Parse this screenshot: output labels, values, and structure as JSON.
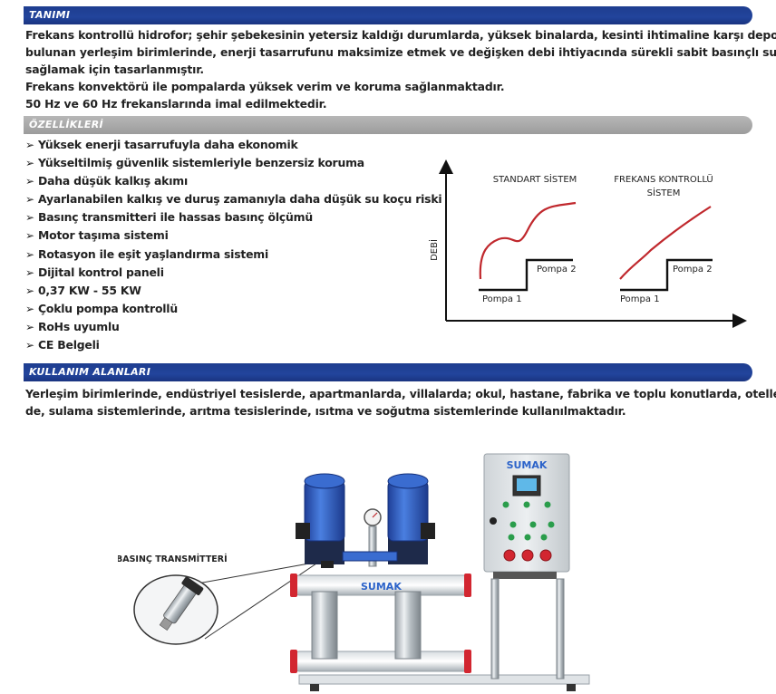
{
  "sections": {
    "tanim": {
      "title": "TANIMI",
      "lines": [
        "Frekans kontrollü hidrofor; şehir şebekesinin yetersiz kaldığı durumlarda, yüksek binalarda, kesinti ihtimaline karşı deposu",
        "bulunan yerleşim birimlerinde, enerji tasarrufunu maksimize etmek ve değişken debi ihtiyacında sürekli sabit basınçlı su",
        "sağlamak için tasarlanmıştır.",
        "Frekans konvektörü ile pompalarda yüksek verim ve koruma sağlanmaktadır.",
        "50 Hz ve 60 Hz frekanslarında imal edilmektedir."
      ]
    },
    "ozellikler": {
      "title": "ÖZELLİKLERİ",
      "items": [
        "Yüksek enerji tasarrufuyla daha ekonomik",
        "Yükseltilmiş güvenlik sistemleriyle benzersiz koruma",
        "Daha düşük kalkış akımı",
        "Ayarlanabilen kalkış ve duruş zamanıyla daha düşük su koçu riski",
        "Basınç transmitteri ile hassas basınç ölçümü",
        "Motor taşıma sistemi",
        "Rotasyon ile eşit yaşlandırma sistemi",
        "Dijital kontrol paneli",
        "0,37 KW - 55 KW",
        "Çoklu pompa kontrollü",
        "RoHs uyumlu",
        "CE Belgeli"
      ]
    },
    "kullanim": {
      "title": "KULLANIM ALANLARI",
      "lines": [
        "Yerleşim birimlerinde, endüstriyel tesislerde, apartmanlarda, villalarda; okul, hastane, fabrika ve toplu konutlarda, oteller-",
        "de, sulama sistemlerinde, arıtma tesislerinde, ısıtma ve soğutma sistemlerinde kullanılmaktadır."
      ]
    }
  },
  "diagram": {
    "y_axis_label": "DEBİ",
    "left_title": "STANDART SİSTEM",
    "right_title_line1": "FREKANS KONTROLLÜ",
    "right_title_line2": "SİSTEM",
    "left_pump1": "Pompa 1",
    "left_pump2": "Pompa 2",
    "right_pump1": "Pompa 1",
    "right_pump2": "Pompa 2",
    "curve_color": "#c0282d"
  },
  "product": {
    "callout_label": "BASINÇ TRANSMİTTERİ",
    "panel_brand": "SUMAK",
    "manifold_brand": "SUMAK"
  },
  "colors": {
    "band_blue": "#22449c",
    "band_grey": "#a5a5a5",
    "motor_blue": "#2f5fc4"
  }
}
